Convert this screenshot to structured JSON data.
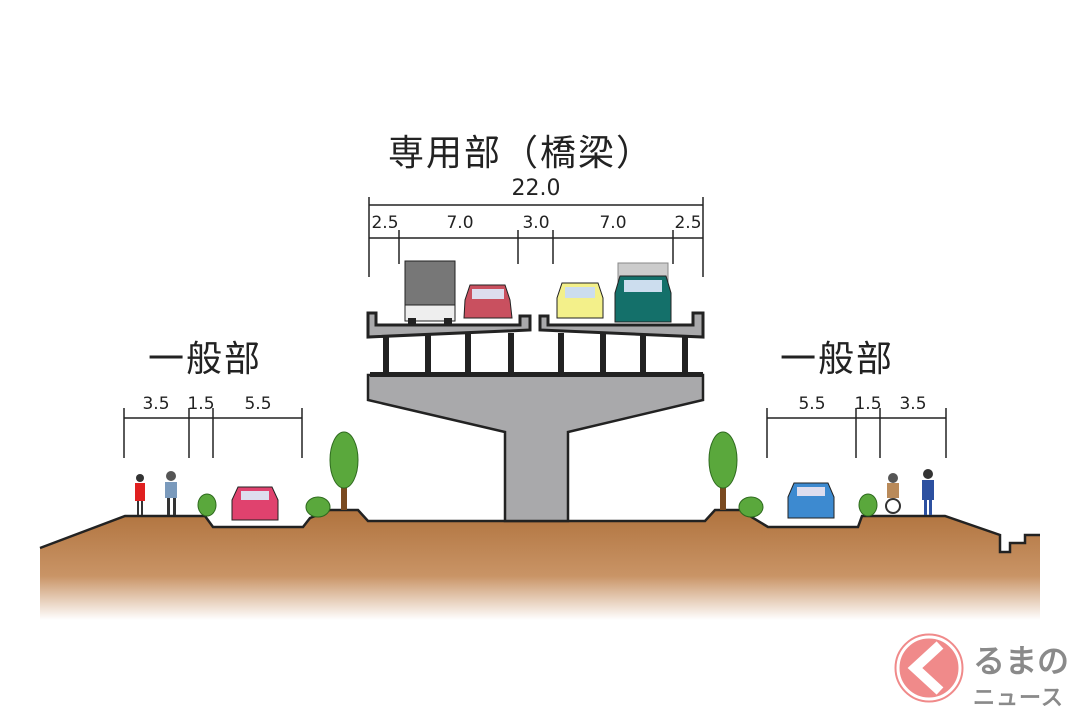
{
  "titles": {
    "dedicated": "専用部（橋梁）",
    "general_left": "一般部",
    "general_right": "一般部"
  },
  "dedicated_dims": {
    "total": "22.0",
    "segments": [
      "2.5",
      "7.0",
      "3.0",
      "7.0",
      "2.5"
    ]
  },
  "general_left_dims": [
    "3.5",
    "1.5",
    "5.5"
  ],
  "general_right_dims": [
    "5.5",
    "1.5",
    "3.5"
  ],
  "logo": {
    "line1": "るまの",
    "line2": "ニュース",
    "color": "#f08a8a"
  },
  "colors": {
    "ground": "#b87a45",
    "pier": "#a9a9ab",
    "tree": "#5aa83c"
  }
}
